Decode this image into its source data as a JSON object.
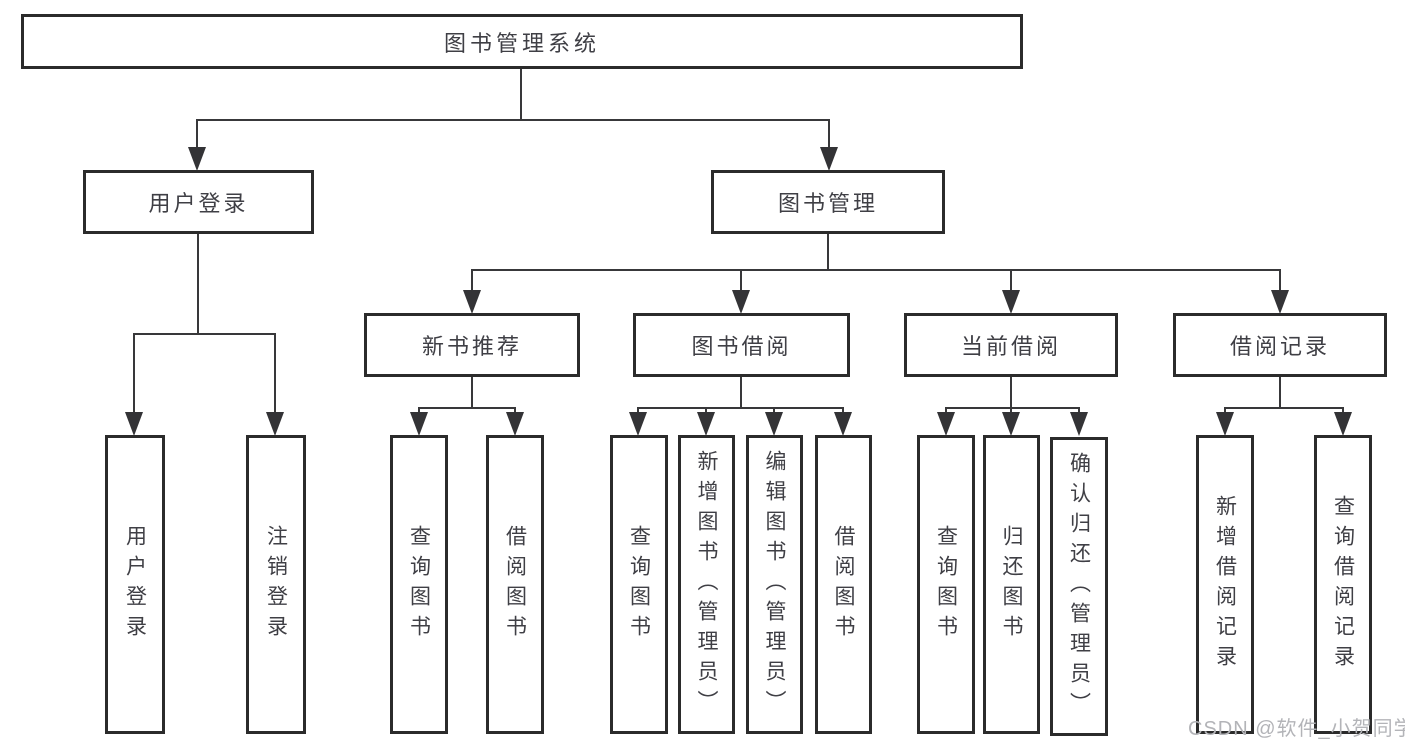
{
  "nodes": {
    "root": {
      "label": "图书管理系统"
    },
    "user_login": {
      "label": "用户登录"
    },
    "book_management": {
      "label": "图书管理"
    },
    "new_book_recommend": {
      "label": "新书推荐"
    },
    "book_borrow": {
      "label": "图书借阅"
    },
    "current_borrow": {
      "label": "当前借阅"
    },
    "borrow_records": {
      "label": "借阅记录"
    },
    "leaf_user_login": {
      "label": "用户登录"
    },
    "leaf_logout": {
      "label": "注销登录"
    },
    "leaf_query_book_recommend": {
      "label": "查询图书"
    },
    "leaf_borrow_book_recommend": {
      "label": "借阅图书"
    },
    "leaf_query_book_borrow": {
      "label": "查询图书"
    },
    "leaf_add_book_admin": {
      "label": "新增图书（管理员）"
    },
    "leaf_edit_book_admin": {
      "label": "编辑图书（管理员）"
    },
    "leaf_borrow_book": {
      "label": "借阅图书"
    },
    "leaf_query_book_current": {
      "label": "查询图书"
    },
    "leaf_return_book": {
      "label": "归还图书"
    },
    "leaf_confirm_return_admin": {
      "label": "确认归还（管理员）"
    },
    "leaf_add_borrow_record": {
      "label": "新增借阅记录"
    },
    "leaf_query_borrow_record": {
      "label": "查询借阅记录"
    }
  },
  "watermark": {
    "text": "CSDN @软件_小贺同学",
    "color": "#b3b4b8"
  },
  "colors": {
    "background": "#ffffff",
    "box_border": "#2b2b2b",
    "connector": "#38383a",
    "text": "#3f3f45"
  }
}
